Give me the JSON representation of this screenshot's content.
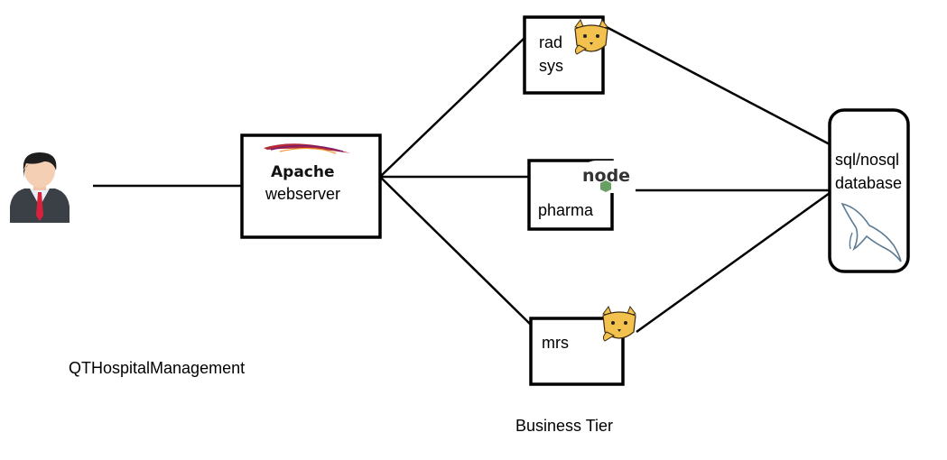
{
  "nodes": {
    "webserver": {
      "logo_text": "Apache",
      "label": "webserver"
    },
    "radsys": {
      "line1": "rad",
      "line2": "sys"
    },
    "pharma": {
      "label": "pharma",
      "logo_text": "node"
    },
    "mrs": {
      "label": "mrs"
    },
    "database": {
      "line1": "sql/nosql",
      "line2": "database"
    }
  },
  "captions": {
    "app_name": "QTHospitalManagement",
    "business_tier": "Business Tier"
  },
  "icons": {
    "user": "user-icon",
    "apache": "apache-feather-icon",
    "tomcat": "tomcat-icon",
    "nodejs": "nodejs-icon",
    "mysql": "mysql-dolphin-icon"
  },
  "colors": {
    "line": "#000000",
    "apache_feather": "#b22a3a",
    "tomcat_yellow": "#f2c14e",
    "node_green": "#68a063"
  }
}
